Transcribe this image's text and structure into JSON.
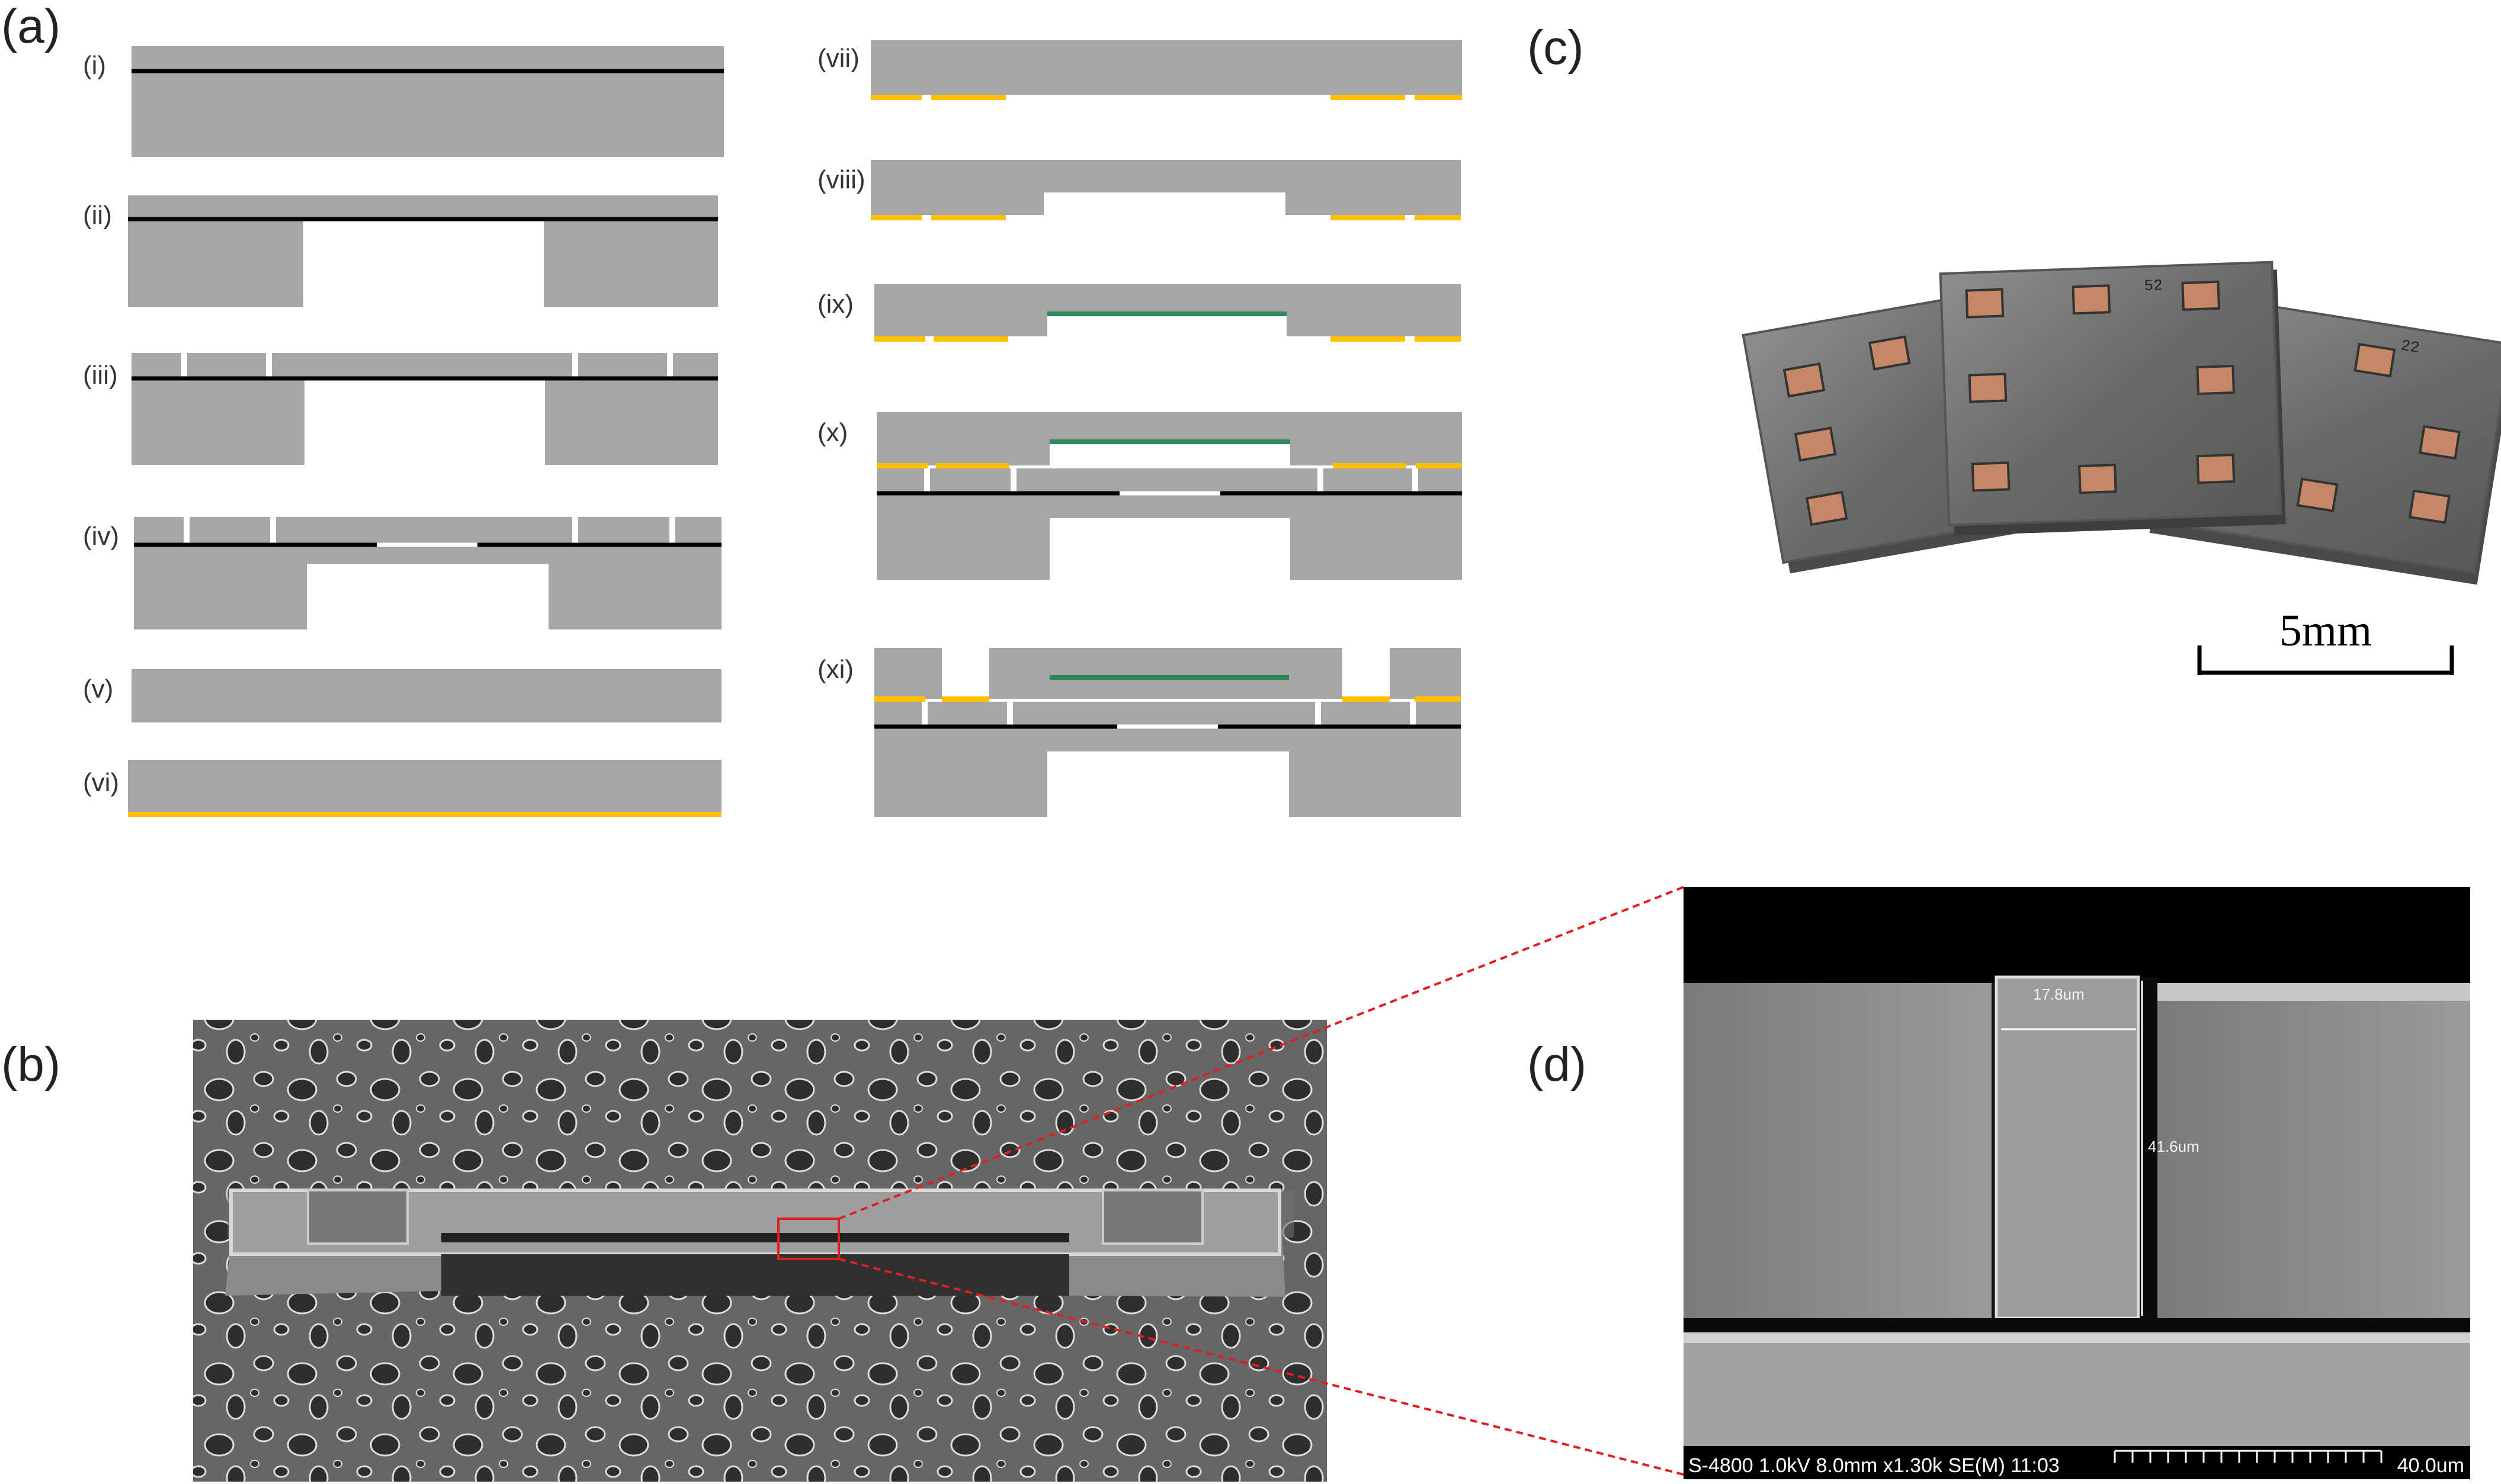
{
  "panels": {
    "a": "(a)",
    "b": "(b)",
    "c": "(c)",
    "d": "(d)"
  },
  "steps": [
    "(i)",
    "(ii)",
    "(iii)",
    "(iv)",
    "(v)",
    "(vi)",
    "(vii)",
    "(viii)",
    "(ix)",
    "(x)",
    "(xi)"
  ],
  "scale_bar": "5mm",
  "sem": {
    "width_label": "17.8um",
    "height_label": "41.6um",
    "info": "S-4800 1.0kV 8.0mm x1.30k SE(M) 11:03",
    "scale": "40.0um"
  },
  "chips": {
    "left_mark": "22",
    "middle_mark": "52"
  },
  "colors": {
    "silicon": "#a6a6a6",
    "oxide": "#000000",
    "electrode": "#ffc000",
    "membrane": "#2e8b57"
  }
}
